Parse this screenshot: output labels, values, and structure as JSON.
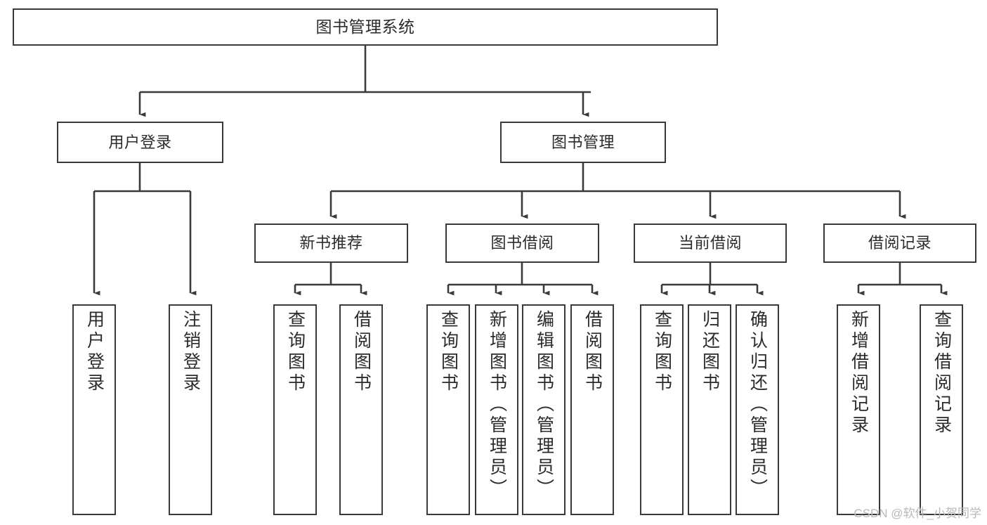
{
  "diagram": {
    "title_node": {
      "id": "root",
      "label": "图书管理系统"
    },
    "level2": [
      {
        "id": "user-login",
        "label": "用户登录"
      },
      {
        "id": "book-admin",
        "label": "图书管理"
      }
    ],
    "level3": [
      {
        "id": "new-book-rec",
        "label": "新书推荐"
      },
      {
        "id": "book-borrow",
        "label": "图书借阅"
      },
      {
        "id": "current-borrow",
        "label": "当前借阅"
      },
      {
        "id": "borrow-record",
        "label": "借阅记录"
      }
    ],
    "leaves": [
      {
        "id": "leaf-user-login",
        "label": "用户登录",
        "parent": "user-login"
      },
      {
        "id": "leaf-logout",
        "label": "注销登录",
        "parent": "user-login"
      },
      {
        "id": "leaf-query-book-1",
        "label": "查询图书",
        "parent": "new-book-rec"
      },
      {
        "id": "leaf-borrow-book-1",
        "label": "借阅图书",
        "parent": "new-book-rec"
      },
      {
        "id": "leaf-query-book-2",
        "label": "查询图书",
        "parent": "book-borrow"
      },
      {
        "id": "leaf-add-book",
        "label": "新增图书（管理员）",
        "parent": "book-borrow"
      },
      {
        "id": "leaf-edit-book",
        "label": "编辑图书（管理员）",
        "parent": "book-borrow"
      },
      {
        "id": "leaf-borrow-book-2",
        "label": "借阅图书",
        "parent": "book-borrow"
      },
      {
        "id": "leaf-query-book-3",
        "label": "查询图书",
        "parent": "current-borrow"
      },
      {
        "id": "leaf-return-book",
        "label": "归还图书",
        "parent": "current-borrow"
      },
      {
        "id": "leaf-confirm-return",
        "label": "确认归还（管理员）",
        "parent": "current-borrow"
      },
      {
        "id": "leaf-add-record",
        "label": "新增借阅记录",
        "parent": "borrow-record"
      },
      {
        "id": "leaf-query-record",
        "label": "查询借阅记录",
        "parent": "borrow-record"
      }
    ],
    "colors": {
      "border": "#3a3a3a",
      "edge": "#3a3a3a",
      "background": "#ffffff",
      "text": "#2b2b2b",
      "watermark": "#b9b9b9"
    }
  },
  "watermark": {
    "text": "CSDN @软件_小贺同学"
  }
}
